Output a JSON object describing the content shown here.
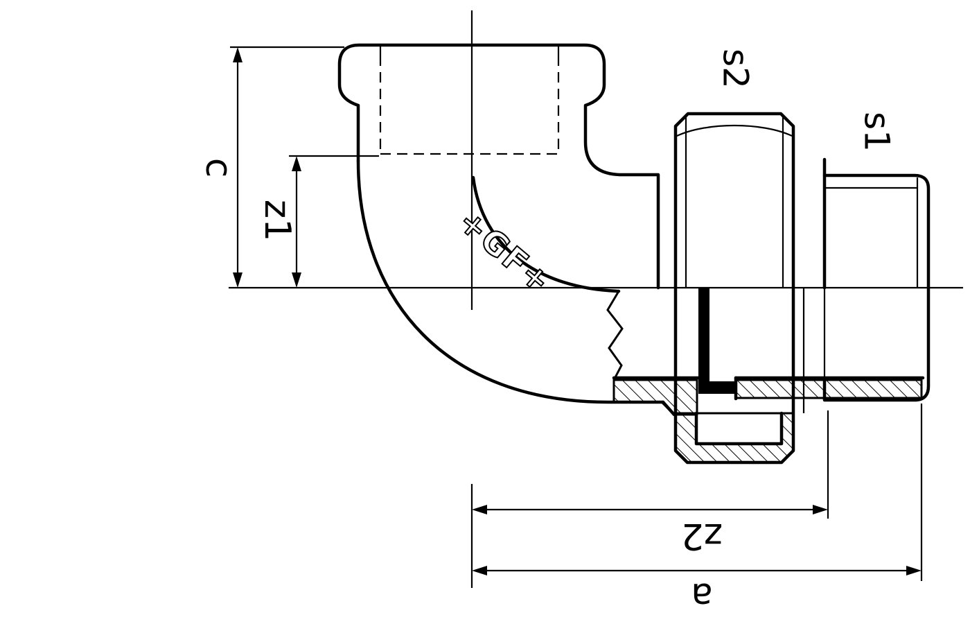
{
  "drawing": {
    "logo_mark": "+GF+",
    "dimension_labels": {
      "c": "c",
      "z1": "z1",
      "z2": "z2",
      "a": "a"
    },
    "size_labels": {
      "s1": "s1",
      "s2": "s2"
    },
    "colors": {
      "line": "#000000",
      "background": "#ffffff"
    }
  }
}
